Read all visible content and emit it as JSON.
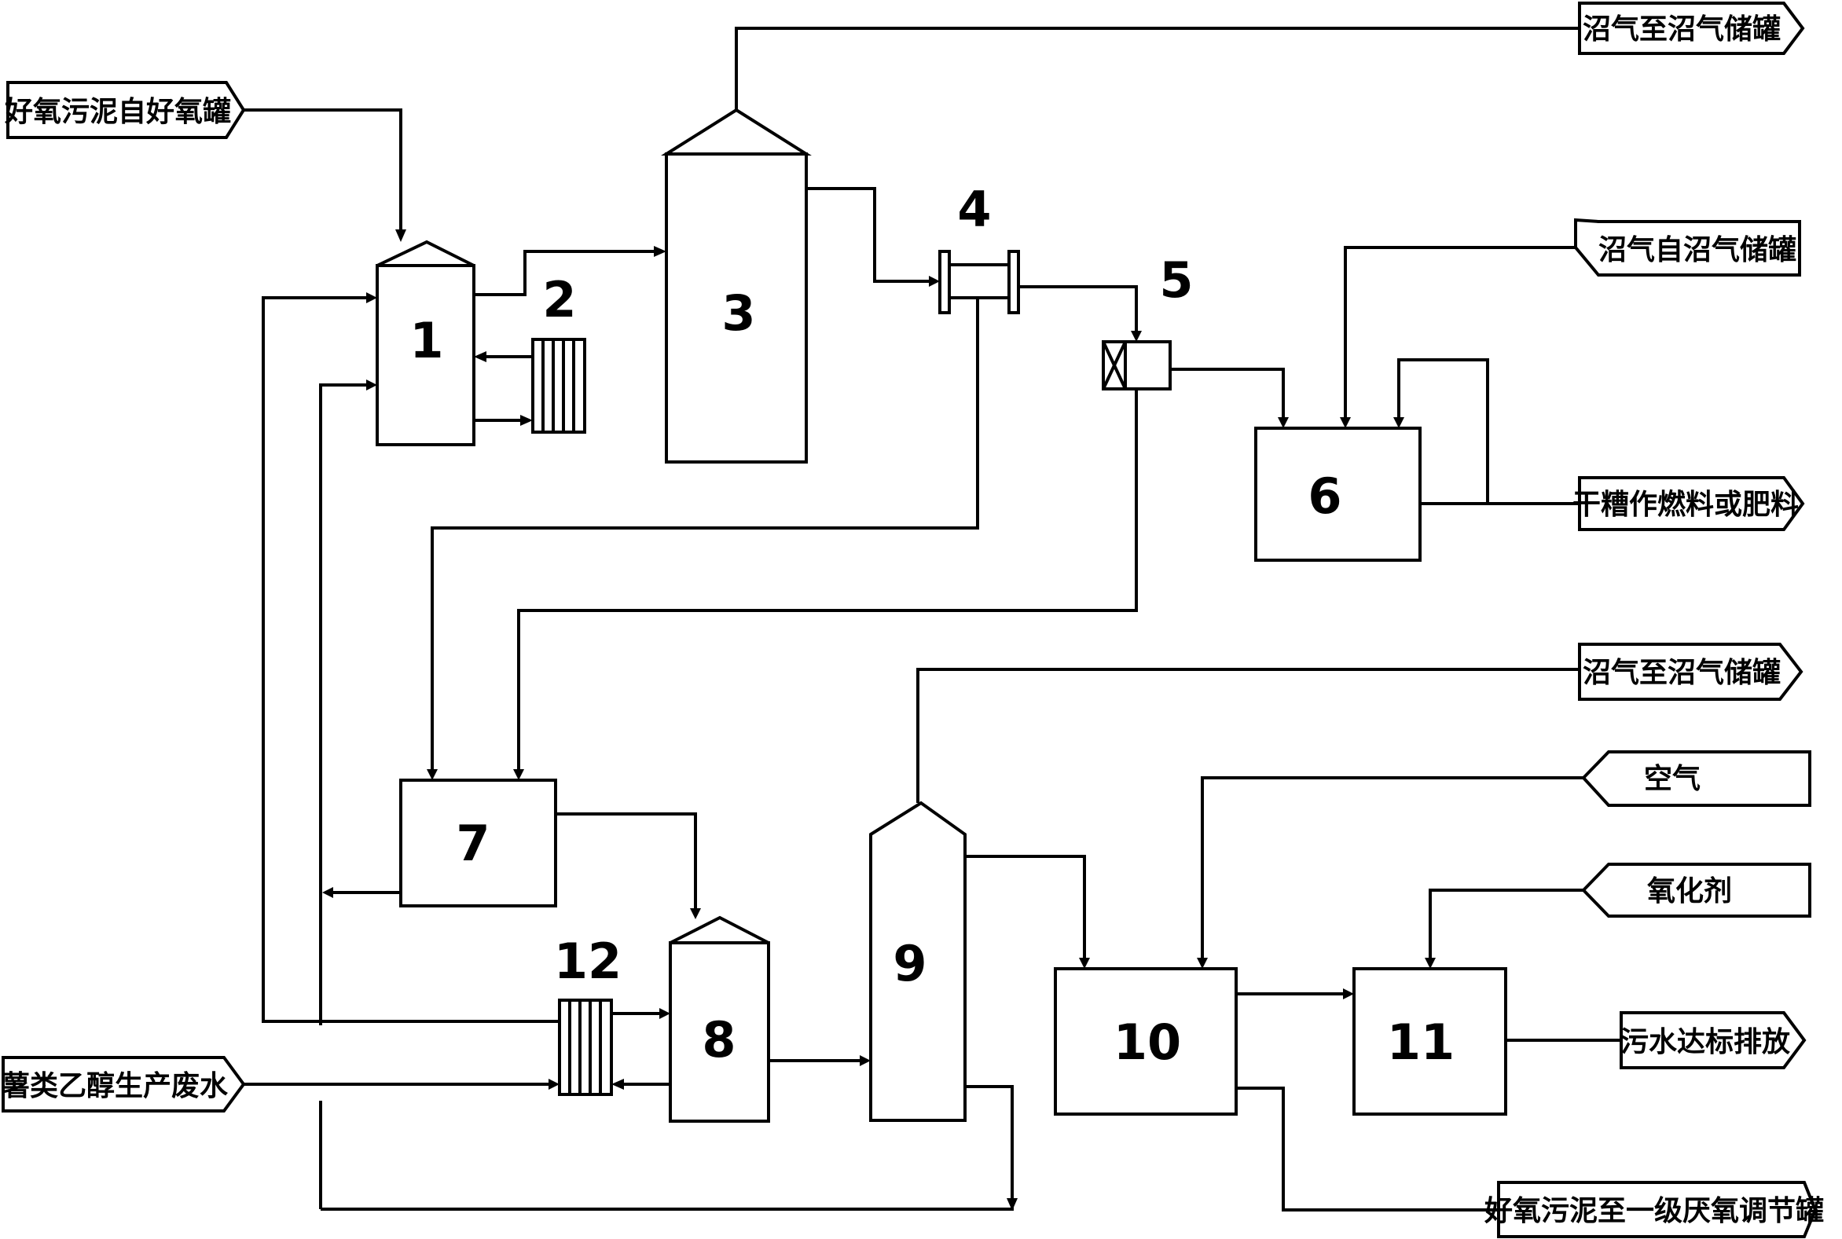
{
  "units": {
    "u1": "1",
    "u2": "2",
    "u3": "3",
    "u4": "4",
    "u5": "5",
    "u6": "6",
    "u7": "7",
    "u8": "8",
    "u9": "9",
    "u10": "10",
    "u11": "11",
    "u12": "12"
  },
  "labels": {
    "aerobic_sludge_in": "好氧污泥自好氧罐",
    "biogas_out_top": "沼气至沼气储罐",
    "biogas_in": "沼气自沼气储罐",
    "dried_product": "干糟作燃料或肥料",
    "biogas_out_mid": "沼气至沼气储罐",
    "air": "空气",
    "oxidant": "氧化剂",
    "wastewater_in": "薯类乙醇生产废水",
    "discharge": "污水达标排放",
    "aerobic_sludge_out": "好氧污泥至一级厌氧调节罐"
  },
  "colors": {
    "stroke": "#000000",
    "background": "#ffffff"
  }
}
